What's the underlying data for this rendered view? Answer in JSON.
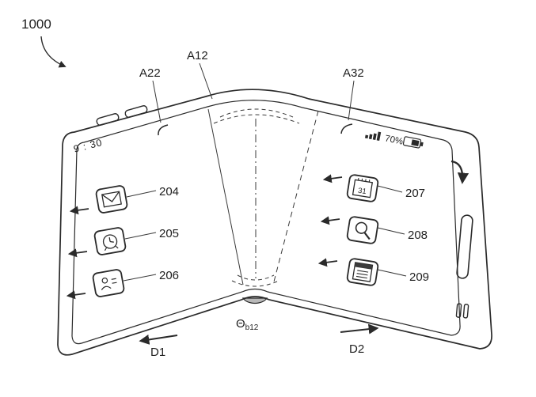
{
  "figure": {
    "title_ref": "1000",
    "regions": {
      "left_label": "A22",
      "fold_label": "A12",
      "right_label": "A32"
    },
    "status": {
      "time": "9 : 30",
      "battery_percent": "70%"
    },
    "left_icons": [
      {
        "ref": "204",
        "icon": "mail-icon"
      },
      {
        "ref": "205",
        "icon": "clock-icon"
      },
      {
        "ref": "206",
        "icon": "contacts-icon"
      }
    ],
    "right_icons": [
      {
        "ref": "207",
        "icon": "calendar-icon",
        "day": "31"
      },
      {
        "ref": "208",
        "icon": "search-icon"
      },
      {
        "ref": "209",
        "icon": "memo-icon"
      }
    ],
    "directions": {
      "d1_label": "D1",
      "d2_label": "D2"
    },
    "hinge_angle": {
      "symbol": "Θ",
      "subscript": "b12"
    },
    "colors": {
      "line": "#2a2a2a",
      "hinge_fill": "#b9b9b9"
    }
  }
}
